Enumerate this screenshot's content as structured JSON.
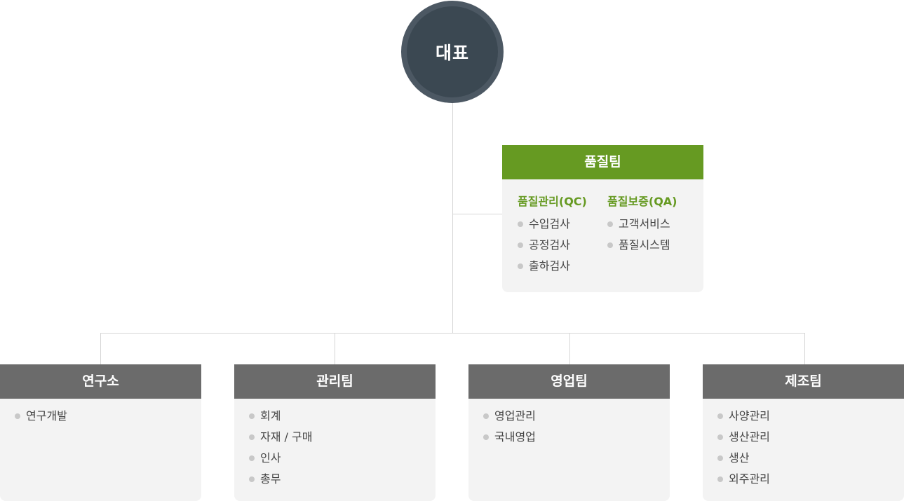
{
  "ceo": {
    "label": "대표"
  },
  "quality": {
    "title": "품질팀",
    "groups": [
      {
        "title": "품질관리(QC)",
        "items": [
          "수입검사",
          "공정검사",
          "출하검사"
        ]
      },
      {
        "title": "품질보증(QA)",
        "items": [
          "고객서비스",
          "품질시스템"
        ]
      }
    ]
  },
  "departments": [
    {
      "title": "연구소",
      "items": [
        "연구개발"
      ]
    },
    {
      "title": "관리팀",
      "items": [
        "회계",
        "자재 / 구매",
        "인사",
        "총무"
      ]
    },
    {
      "title": "영업팀",
      "items": [
        "영업관리",
        "국내영업"
      ]
    },
    {
      "title": "제조팀",
      "items": [
        "사양관리",
        "생산관리",
        "생산",
        "외주관리"
      ]
    }
  ],
  "colors": {
    "quality_header": "#669a22",
    "dept_header": "#6b6b6b",
    "ceo": "#3b4852",
    "connector": "#d6d6d6"
  }
}
